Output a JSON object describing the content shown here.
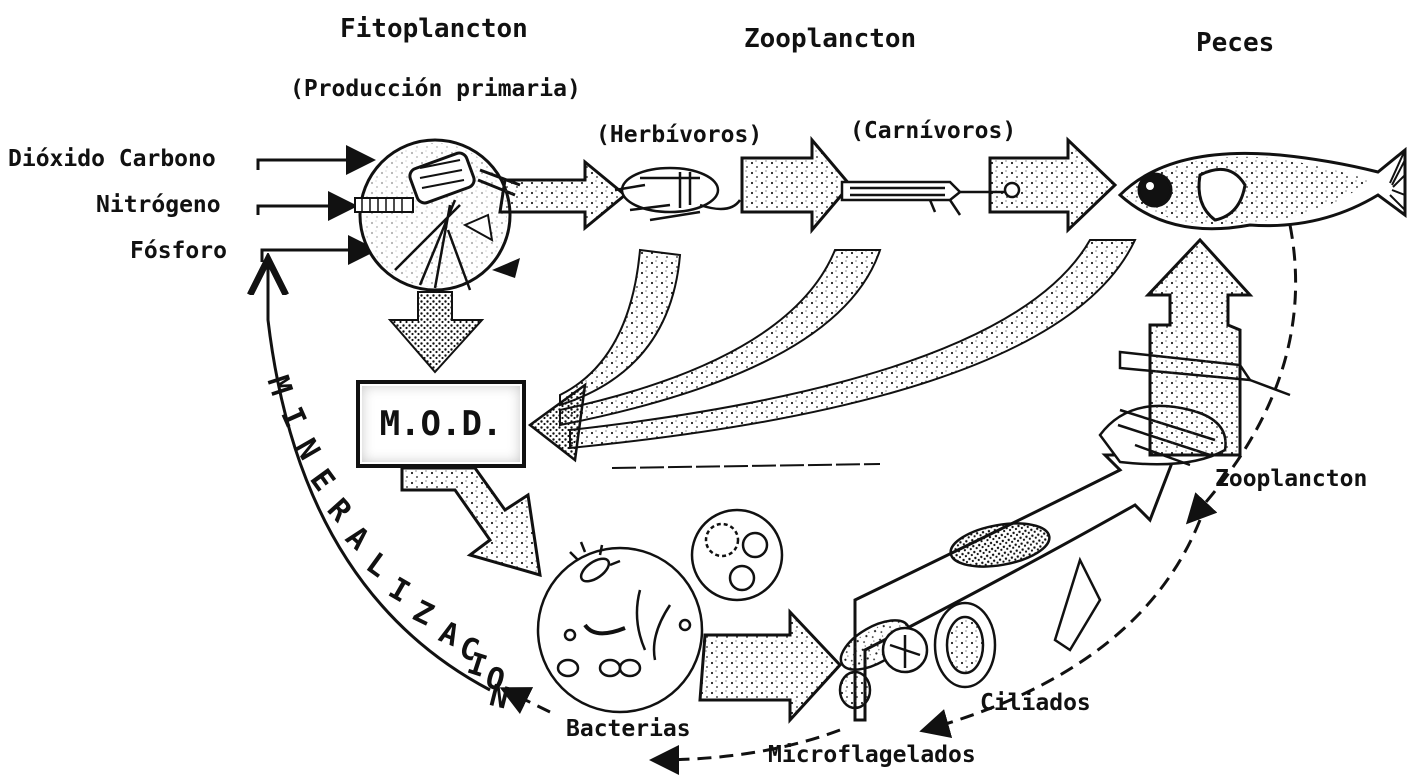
{
  "trophic": {
    "phyto": "Fitoplancton",
    "phyto_sub": "(Producción primaria)",
    "zoo": "Zooplancton",
    "herb": "(Herbívoros)",
    "carn": "(Carnívoros)",
    "fish": "Peces"
  },
  "nutrients": [
    "Dióxido Carbono",
    "Nitrógeno",
    "Fósforo"
  ],
  "mod": "M.O.D.",
  "mineralization": [
    "M",
    "I",
    "N",
    "E",
    "R",
    "A",
    "L",
    "I",
    "Z",
    "A",
    "C",
    "I",
    "O",
    "N"
  ],
  "microbial": {
    "zoo": "Zooplancton",
    "ciliates": "Ciliados",
    "bacteria": "Bacterias",
    "microflag": "Microflagelados"
  }
}
